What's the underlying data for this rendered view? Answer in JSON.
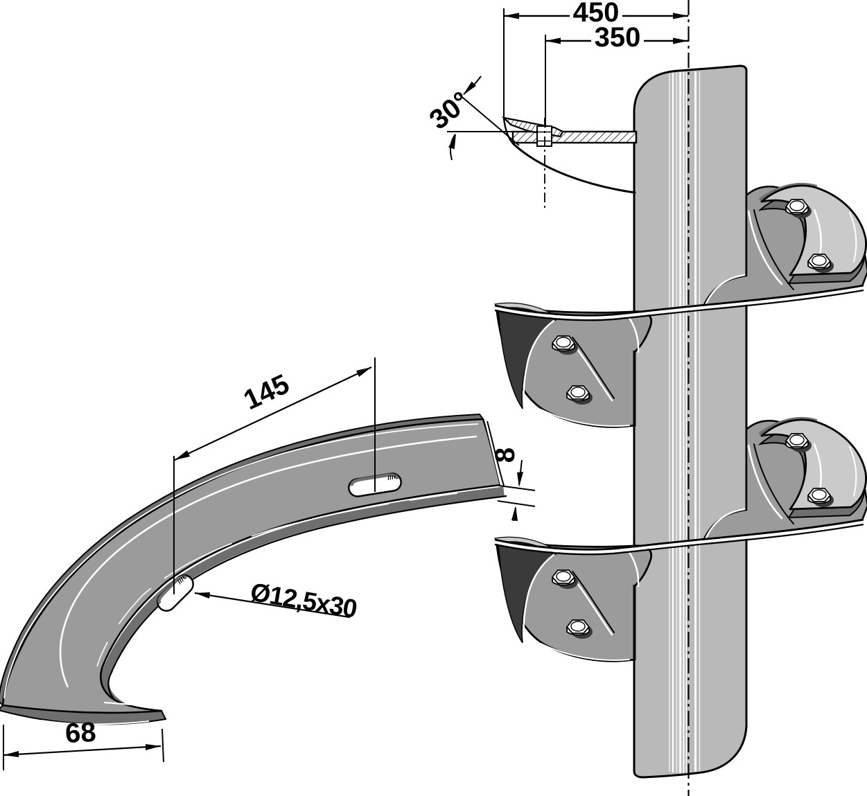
{
  "drawing": {
    "dimensions": {
      "radius_outer": "450",
      "radius_inner": "350",
      "tip_angle": "30°",
      "slot_distance": "145",
      "plate_thickness": "8",
      "slot_size": "Ø12,5x30",
      "end_width": "68"
    },
    "colors": {
      "outline": "#000000",
      "shaft": "#b9b9b9",
      "flight": "#9b9b9b",
      "wear_segment": "#cacaca",
      "edge_bevel": "#6f6f6f",
      "shadow": "#3a3a3a",
      "background": "#ffffff"
    }
  }
}
